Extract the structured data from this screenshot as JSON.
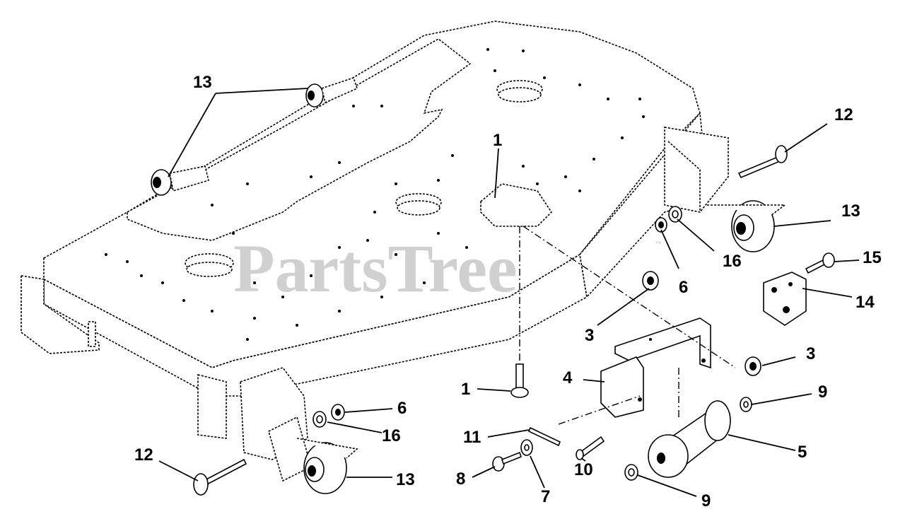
{
  "watermark": {
    "text": "PartsTree",
    "trademark": "™"
  },
  "callouts": {
    "c13_top": "13",
    "c1_top": "1",
    "c12_right": "12",
    "c13_right": "13",
    "c16_right": "16",
    "c6_right": "6",
    "c15": "15",
    "c14": "14",
    "c3_left": "3",
    "c3_right": "3",
    "c4": "4",
    "c1_bottom": "1",
    "c9_top": "9",
    "c6_left": "6",
    "c16_left": "16",
    "c11": "11",
    "c5": "5",
    "c12_left": "12",
    "c10": "10",
    "c13_bottom": "13",
    "c8": "8",
    "c7": "7",
    "c9_bottom": "9"
  }
}
